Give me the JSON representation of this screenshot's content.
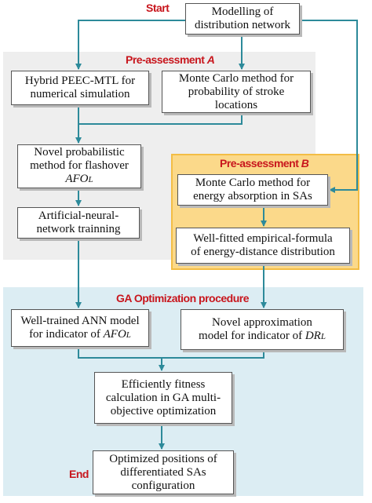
{
  "labels": {
    "start": "Start",
    "end": "End",
    "pre_a": "Pre-assessment",
    "pre_a_letter": "A",
    "pre_b": "Pre-assessment",
    "pre_b_letter": "B",
    "ga": "GA Optimization procedure"
  },
  "boxes": {
    "modelling": [
      "Modelling of",
      "distribution network"
    ],
    "hybrid": [
      "Hybrid PEEC-MTL for",
      "numerical simulation"
    ],
    "monte_stroke": [
      "Monte Carlo method for",
      "probability of stroke",
      "locations"
    ],
    "novel_prob": {
      "line1": "Novel probabilistic",
      "line2": "method for flashover",
      "line3_main": "AFO",
      "line3_sub": "L"
    },
    "ann_training": [
      "Artificial-neural-",
      "network trainning"
    ],
    "monte_energy": [
      "Monte Carlo method for",
      "energy absorption in SAs"
    ],
    "empirical": [
      "Well-fitted empirical-formula",
      "of energy-distance distribution"
    ],
    "ann_model": {
      "line1": "Well-trained ANN model",
      "line2_pre": "for indicator of ",
      "line2_main": "AFO",
      "line2_sub": "L"
    },
    "approx": {
      "line1": "Novel approximation",
      "line2_pre": "model for indicator of ",
      "line2_main": "DR",
      "line2_sub": "L"
    },
    "fitness": [
      "Efficiently fitness",
      "calculation in GA multi-",
      "objective optimization"
    ],
    "optimized": [
      "Optimized positions of",
      "differentiated SAs",
      "configuration"
    ]
  },
  "colors": {
    "arrow": "#2d8a9a",
    "label_red": "#c8161d",
    "pre_a_bg": "#eeeeee",
    "pre_b_bg": "#fbd98a",
    "ga_bg": "#dcedf3"
  }
}
